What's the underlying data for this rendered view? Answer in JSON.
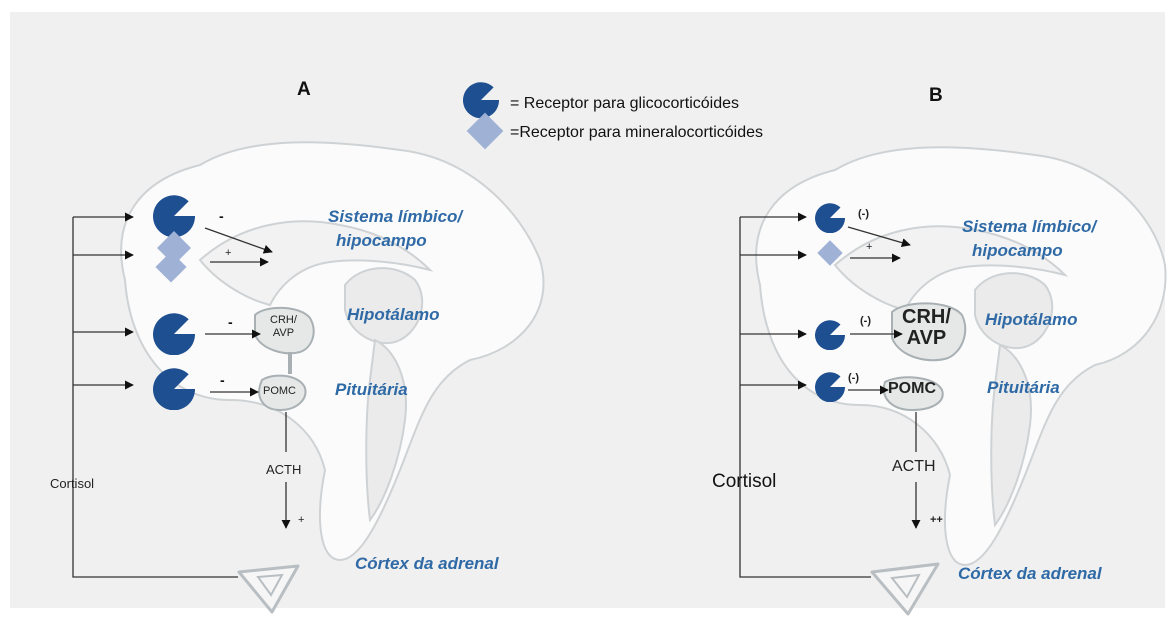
{
  "legend": {
    "gluco": "= Receptor para glicocorticóides",
    "mineralo": "=Receptor  para mineralocorticóides"
  },
  "panels": [
    {
      "letter": "A",
      "limbic_1": "Sistema límbico/",
      "limbic_2": "hipocampo",
      "hypothalamus": "Hipotálamo",
      "pituitary": "Pituitária",
      "adrenal": "Córtex da adrenal",
      "crh_1": "CRH/",
      "crh_2": "AVP",
      "pomc": "POMC",
      "acth": "ACTH",
      "cortisol": "Cortisol",
      "sign_limbic_neg": "-",
      "sign_limbic_pos": "+",
      "sign_hyp": "-",
      "sign_pit": "-",
      "sign_acth": "+"
    },
    {
      "letter": "B",
      "limbic_1": "Sistema límbico/",
      "limbic_2": "hipocampo",
      "hypothalamus": "Hipotálamo",
      "pituitary": "Pituitária",
      "adrenal": "Córtex da adrenal",
      "crh_1": "CRH/",
      "crh_2": "AVP",
      "pomc": "POMC",
      "acth": "ACTH",
      "cortisol": "Cortisol",
      "sign_limbic_neg": "(-)",
      "sign_limbic_pos": "+",
      "sign_hyp": "(-)",
      "sign_pit": "(-)",
      "sign_acth": "++"
    }
  ],
  "colors": {
    "receptor_gluco": "#1e4f91",
    "receptor_mineralo": "#9fb2d6",
    "label_blue": "#2f6aa6",
    "panel_background": "#f0f0f0",
    "brain_fill": "#fbfbfb"
  }
}
